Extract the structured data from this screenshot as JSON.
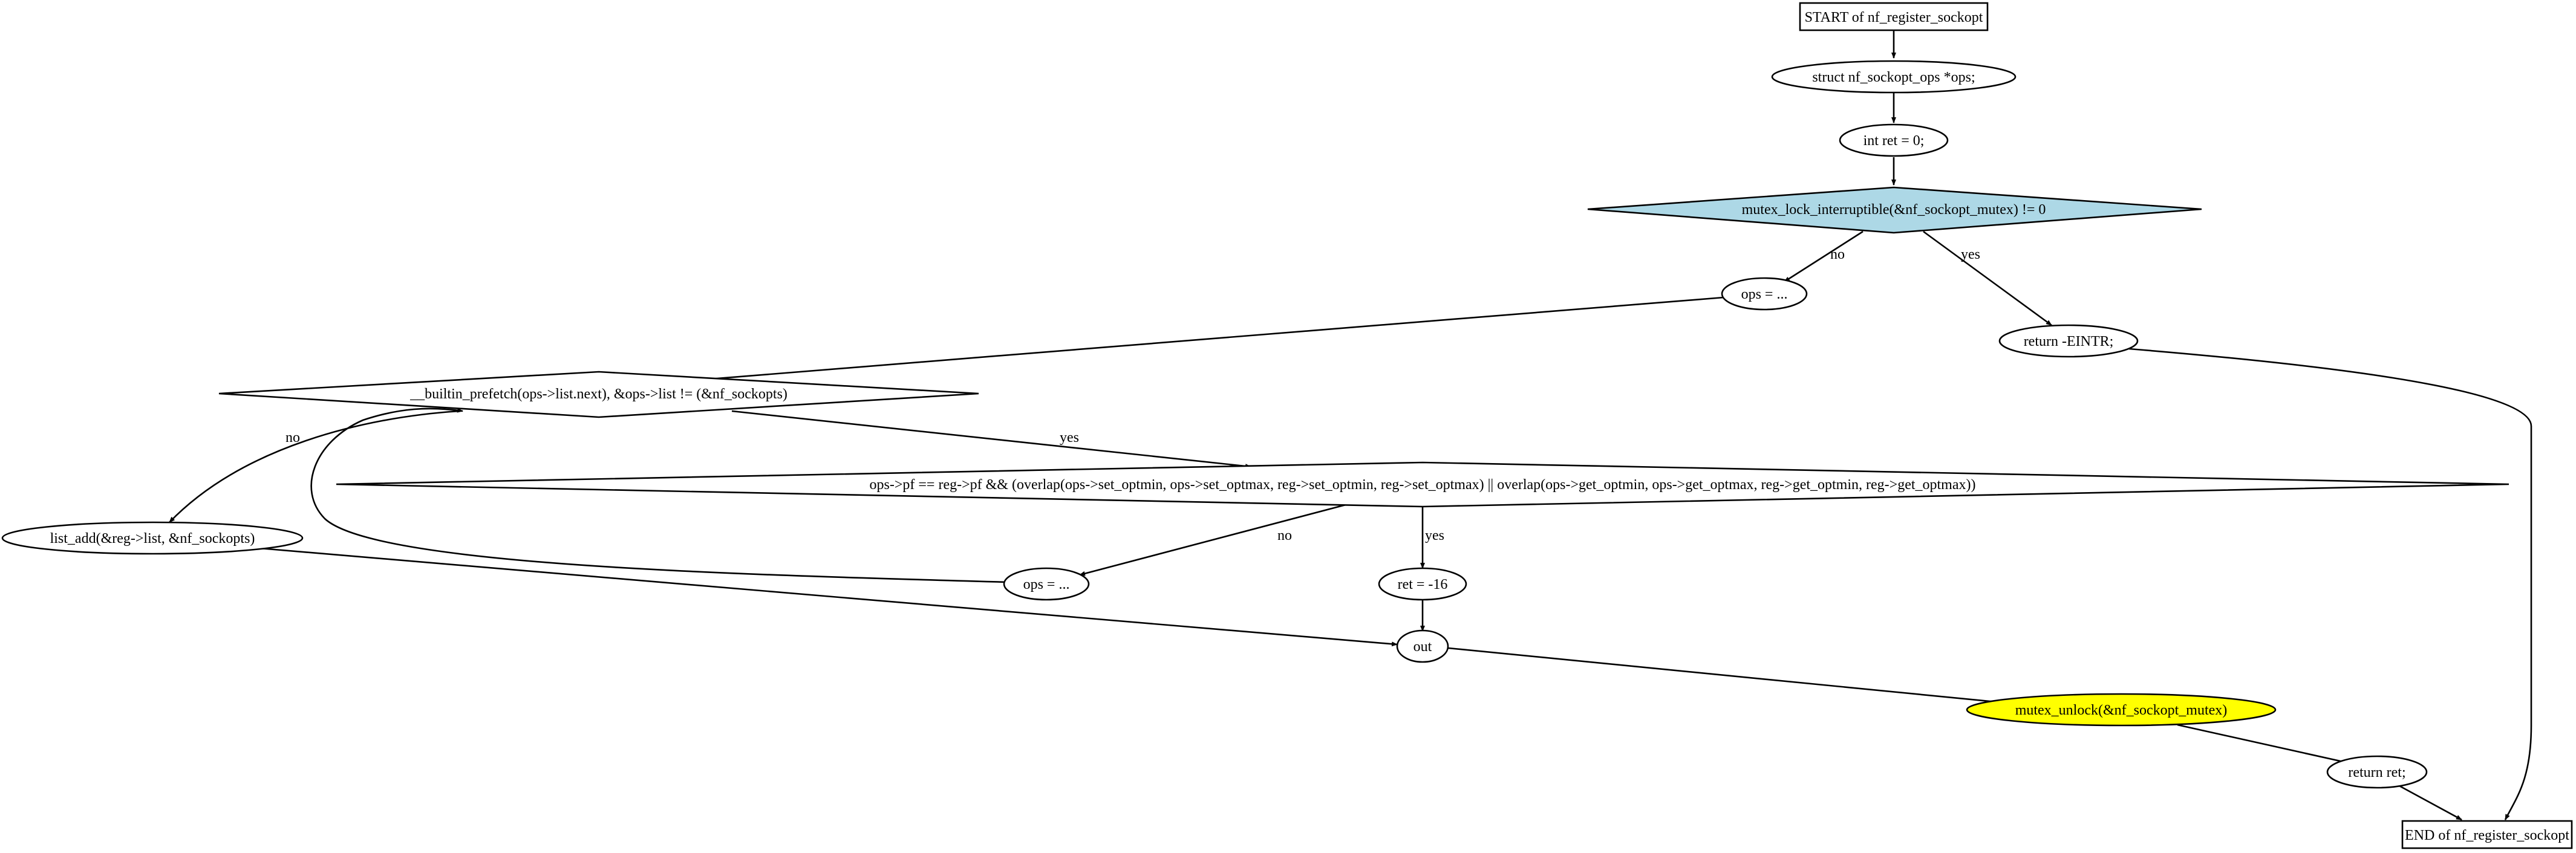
{
  "colors": {
    "decision_fill": "#add8e6",
    "unlock_fill": "#ffff00",
    "default_fill": "#ffffff"
  },
  "nodes": {
    "start": "START of nf_register_sockopt",
    "decl_ops": "struct nf_sockopt_ops *ops;",
    "decl_ret": "int ret = 0;",
    "mutex_check": "mutex_lock_interruptible(&nf_sockopt_mutex) != 0",
    "ops_assign_1": "ops = ...",
    "return_eintr": "return -EINTR;",
    "loop_cond": "__builtin_prefetch(ops->list.next), &ops->list != (&nf_sockopts)",
    "overlap_cond": "ops->pf == reg->pf && (overlap(ops->set_optmin, ops->set_optmax, reg->set_optmin, reg->set_optmax) || overlap(ops->get_optmin, ops->get_optmax, reg->get_optmin, reg->get_optmax))",
    "list_add": "list_add(&reg->list, &nf_sockopts)",
    "ops_assign_2": "ops = ...",
    "ret_assign": "ret = -16",
    "out": "out",
    "mutex_unlock": "mutex_unlock(&nf_sockopt_mutex)",
    "return_ret": "return ret;",
    "end": "END of nf_register_sockopt"
  },
  "edge_labels": {
    "mutex_no": "no",
    "mutex_yes": "yes",
    "loop_no": "no",
    "loop_yes": "yes",
    "overlap_no": "no",
    "overlap_yes": "yes"
  }
}
